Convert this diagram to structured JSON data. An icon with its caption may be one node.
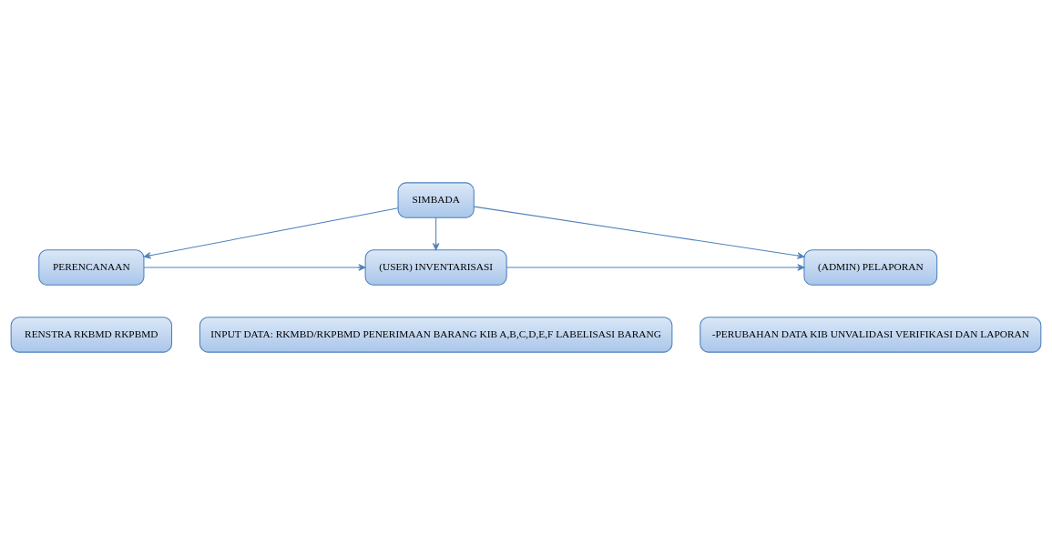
{
  "diagram": {
    "nodes": [
      {
        "text": [
          "SIMBADA"
        ]
      },
      {
        "text": [
          "PERENCANAAN"
        ]
      },
      {
        "text": [
          "RENSTRA RKBMD RKPBMD"
        ]
      },
      {
        "text": [
          "(USER) INVENTARISASI"
        ]
      },
      {
        "text": [
          "INPUT DATA: RKMBD/RKPBMD PENERIMAAN BARANG KIB A,B,C,D,E,F LABELISASI BARANG"
        ]
      },
      {
        "text": [
          "(ADMIN) PELAPORAN"
        ]
      },
      {
        "text": [
          "-PERUBAHAN DATA KIB UNVALIDASI VERIFIKASI DAN LAPORAN"
        ]
      }
    ],
    "edges": [
      {
        "from": 0,
        "to": 1,
        "arrow": "to"
      },
      {
        "from": 0,
        "to": 3,
        "arrow": "to"
      },
      {
        "from": 0,
        "to": 5,
        "arrow": "to"
      },
      {
        "from": 1,
        "to": 3,
        "arrow": "to"
      },
      {
        "from": 3,
        "to": 5,
        "arrow": "to"
      }
    ]
  }
}
